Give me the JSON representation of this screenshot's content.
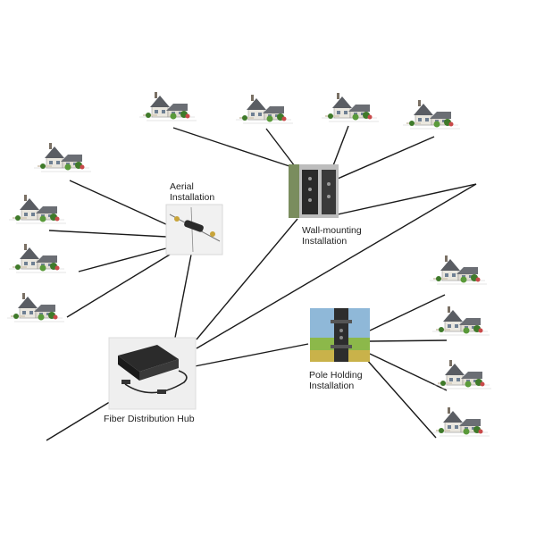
{
  "labels": {
    "aerial": [
      "Aerial",
      "Installation"
    ],
    "wall": [
      "Wall-mounting",
      "Installation"
    ],
    "pole": [
      "Pole Holding",
      "Installation"
    ],
    "hub": "Fiber Distribution Hub"
  },
  "houses_count": 12,
  "icons": {
    "house": "house-icon",
    "aerial": "aerial-closure-icon",
    "wall": "wall-box-icon",
    "pole": "pole-box-icon",
    "hub": "distribution-hub-icon"
  },
  "colors": {
    "line": "#1a1a1a",
    "roof": "#5a5d63",
    "wall": "#e9e6df",
    "tree": "#3f7a2a"
  }
}
